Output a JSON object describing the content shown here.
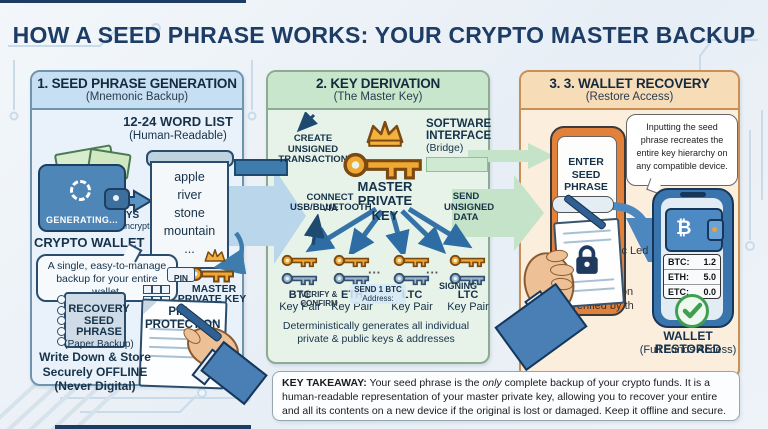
{
  "title": "HOW A SEED PHRASE WORKS: YOUR CRYPTO MASTER BACKUP",
  "colors": {
    "navy": "#1d3d66",
    "panel1_header": "#c6dff2",
    "panel2_header": "#c7e6cb",
    "panel3_header": "#f7dcb8",
    "key_gold": "#f0a832",
    "key_blue": "#9cb6d0",
    "check_green": "#3f9e4f",
    "arrow_blue": "#b9d6eb",
    "arrow_green": "#c5e3c8"
  },
  "p1": {
    "title": "1. SEED PHRASE GENERATION",
    "subtitle": "(Mnemonic Backup)",
    "wordlist_title": "12-24 WORD LIST",
    "wordlist_sub": "(Human-Readable)",
    "words": [
      "apple",
      "river",
      "stone",
      "mountain",
      "..."
    ],
    "generating": "GENERATING...",
    "keys1": "KEYS",
    "keys2": "(Encrypted)",
    "wallet_caption": "CRYPTO WALLET",
    "bubble": "A single, easy-to-manage backup for your entire wallet.",
    "pin_chip": "PIN",
    "master1": "MASTER",
    "master2": "PRIVATE KEY",
    "note1": "RECOVERY",
    "note2": "SEED PHRASE",
    "note3": "(Paper Backup)",
    "pinprot": "PIN\nPROTECTION",
    "advice1": "Write Down & Store",
    "advice2a": "Securely ",
    "advice2b": "OFFLINE",
    "advice3": "(Never Digital)"
  },
  "p2": {
    "title": "2. KEY DERIVATION",
    "subtitle": "(The Master Key)",
    "create_tx": "CREATE\nUNSIGNED\nTRANSACTION",
    "software1": "SOFTWARE",
    "software2": "INTERFACE",
    "software3": "(Bridge)",
    "master1": "MASTER",
    "master2": "PRIVATE KEY",
    "connect1": "CONNECT VIA",
    "connect2": "USB/BLUETOOTH",
    "send": "SEND\nUNSIGNED\nDATA",
    "tooltip1": "SEND 1 BTC",
    "tooltip2": "Address:",
    "signing": "SIGNING",
    "verify": "VERIFY &\nCONFIRM",
    "dots": "···",
    "pairs": [
      {
        "coin": "BTC",
        "label": "Key Pair"
      },
      {
        "coin": "ETH",
        "label": "Key Pair"
      },
      {
        "coin": "LTC",
        "label": "Key Pair"
      },
      {
        "coin": "LTC",
        "label": "Key Pair"
      }
    ],
    "footer1": "Deterministically generates all individual",
    "footer2": "private & public keys & addresses"
  },
  "p3": {
    "title": "3.  3. WALLET RECOVERY",
    "subtitle": "(Restore Access)",
    "enter_seed": "ENTER\nSEED\nPHRASE",
    "bubble": "Inputting the seed\nphrase recreates the\nentire key hierarchy on\nany compatible device.",
    "public_ledger": "Public Led",
    "signed1": "Signed transaction",
    "signed2": "and verified by th",
    "bitcoin": "₿",
    "balances": [
      {
        "label": "BTC:",
        "value": "1.2"
      },
      {
        "label": "ETH:",
        "value": "5.0"
      },
      {
        "label": "ETC:",
        "value": "0.0"
      }
    ],
    "restored1": "WALLET RESTORED",
    "restored2": "(Full Funds Access)"
  },
  "takeaway": {
    "prefix": "KEY TAKEAWAY:",
    "t1": " Your seed phrase is the ",
    "italic": "only",
    "t2": " complete backup of your crypto funds. It is a human-readable representation of your master private key, allowing you to recover your entire and all its contents on a new device if the original is lost or damaged. Keep it offline and secure."
  }
}
